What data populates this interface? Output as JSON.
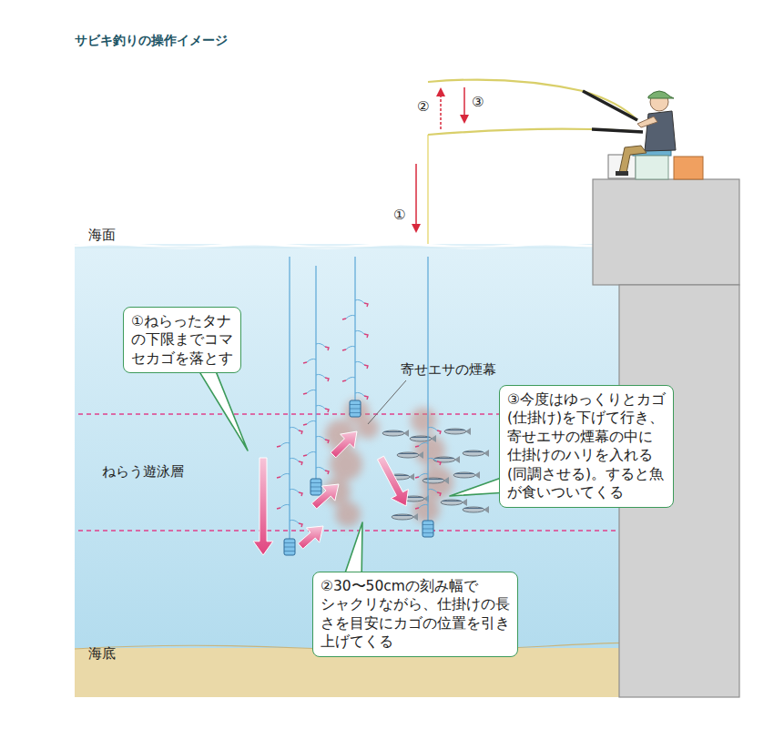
{
  "diagram": {
    "title": "サビキ釣りの操作イメージ",
    "nodes": [
      {
        "text": [
          "①ねらったタナ の下限までコマ セカゴを落とす"
        ]
      },
      {
        "text": [
          "③今度はゆっくりとカゴ (仕掛け)を下げて行き、 寄せエサの煙幕の中に 仕掛けのハリを入れる (同調させる)。すると魚 が食いついてくる"
        ]
      },
      {
        "text": [
          "②30〜50cmの刻み幅で シャクリながら、仕掛けの長 さを目安にカゴの位置を引き 上げてくる"
        ]
      }
    ],
    "labels": [
      "②",
      "③",
      "①",
      "海面",
      "寄せエサの煙幕",
      "ねらう遊泳層",
      "海底"
    ]
  }
}
